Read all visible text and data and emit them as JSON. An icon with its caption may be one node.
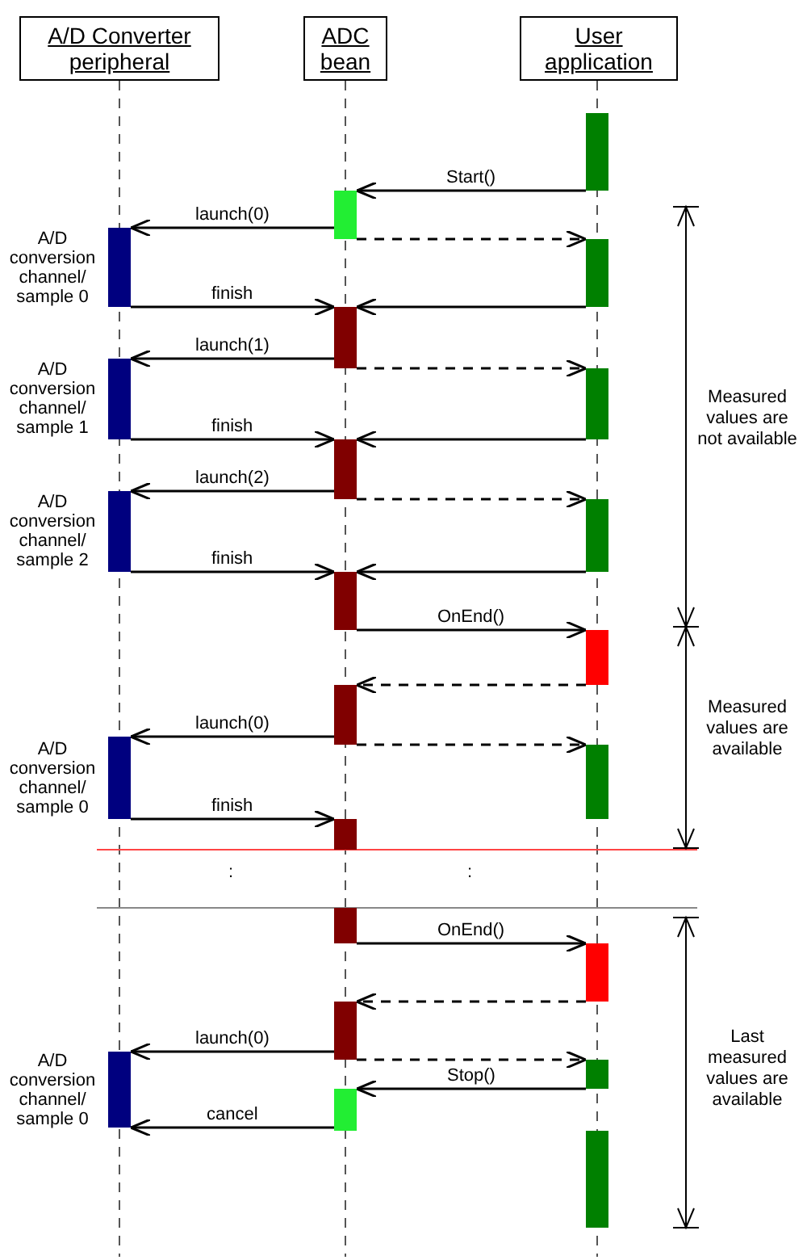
{
  "diagram": {
    "nodes": [
      {
        "text": [
          "A/D Converter peripheral"
        ]
      },
      {
        "text": [
          "ADC bean"
        ]
      },
      {
        "text": [
          "User application"
        ]
      },
      {
        "text": [],
        "shape": "bar"
      },
      {
        "text": [],
        "shape": "bar"
      },
      {
        "text": [],
        "shape": "bar",
        "beside": [
          "A/D conversion channel/ sample 0"
        ]
      },
      {
        "text": [],
        "shape": "bar"
      },
      {
        "text": [],
        "shape": "bar"
      },
      {
        "text": [],
        "shape": "bar",
        "beside": [
          "A/D conversion channel/ sample 1"
        ]
      },
      {
        "text": [],
        "shape": "bar"
      },
      {
        "text": [],
        "shape": "bar"
      },
      {
        "text": [],
        "shape": "bar",
        "beside": [
          "A/D conversion channel/ sample 2"
        ]
      },
      {
        "text": [],
        "shape": "bar"
      },
      {
        "text": [],
        "shape": "bar"
      },
      {
        "text": [],
        "shape": "bar"
      },
      {
        "text": [],
        "shape": "bar"
      },
      {
        "text": [],
        "shape": "bar",
        "beside": [
          "A/D conversion channel/ sample 0"
        ]
      },
      {
        "text": [],
        "shape": "bar"
      },
      {
        "text": [],
        "shape": "bar"
      },
      {
        "text": [],
        "shape": "bar"
      },
      {
        "text": [],
        "shape": "bar"
      },
      {
        "text": [],
        "shape": "bar"
      },
      {
        "text": [],
        "shape": "bar",
        "beside": [
          "A/D conversion channel/ sample 0"
        ]
      },
      {
        "text": [],
        "shape": "bar"
      },
      {
        "text": [],
        "shape": "bar"
      },
      {
        "text": [],
        "shape": "bar"
      }
    ],
    "edges": [
      {
        "from": 3,
        "to": 4,
        "arrow": "to",
        "label": "Start()"
      },
      {
        "from": 4,
        "to": 5,
        "arrow": "to",
        "label": "launch(0)"
      },
      {
        "from": 4,
        "to": 6,
        "arrow": "to",
        "style": "dashed"
      },
      {
        "from": 5,
        "to": 7,
        "arrow": "to",
        "label": "finish"
      },
      {
        "from": 6,
        "to": 7,
        "arrow": "to"
      },
      {
        "from": 7,
        "to": 8,
        "arrow": "to",
        "label": "launch(1)"
      },
      {
        "from": 7,
        "to": 9,
        "arrow": "to",
        "style": "dashed"
      },
      {
        "from": 8,
        "to": 10,
        "arrow": "to",
        "label": "finish"
      },
      {
        "from": 9,
        "to": 10,
        "arrow": "to"
      },
      {
        "from": 10,
        "to": 11,
        "arrow": "to",
        "label": "launch(2)"
      },
      {
        "from": 10,
        "to": 12,
        "arrow": "to",
        "style": "dashed"
      },
      {
        "from": 11,
        "to": 13,
        "arrow": "to",
        "label": "finish"
      },
      {
        "from": 12,
        "to": 13,
        "arrow": "to"
      },
      {
        "from": 13,
        "to": 14,
        "arrow": "to",
        "label": "OnEnd()"
      },
      {
        "from": 14,
        "to": 15,
        "arrow": "to",
        "style": "dashed"
      },
      {
        "from": 15,
        "to": 16,
        "arrow": "to",
        "label": "launch(0)"
      },
      {
        "from": 15,
        "to": 17,
        "arrow": "to",
        "style": "dashed"
      },
      {
        "from": 16,
        "to": 18,
        "arrow": "to",
        "label": "finish"
      },
      {
        "from": 19,
        "to": 20,
        "arrow": "to",
        "label": "OnEnd()"
      },
      {
        "from": 20,
        "to": 21,
        "arrow": "to",
        "style": "dashed"
      },
      {
        "from": 21,
        "to": 22,
        "arrow": "to",
        "label": "launch(0)"
      },
      {
        "from": 21,
        "to": 23,
        "arrow": "to",
        "style": "dashed"
      },
      {
        "from": 23,
        "to": 24,
        "arrow": "to",
        "label": "Stop()"
      },
      {
        "from": 24,
        "to": 22,
        "arrow": "to",
        "label": "cancel"
      }
    ],
    "labels": [
      "Measured values are not available",
      "Measured values are available",
      ":",
      ":",
      "Last measured values are available"
    ]
  }
}
